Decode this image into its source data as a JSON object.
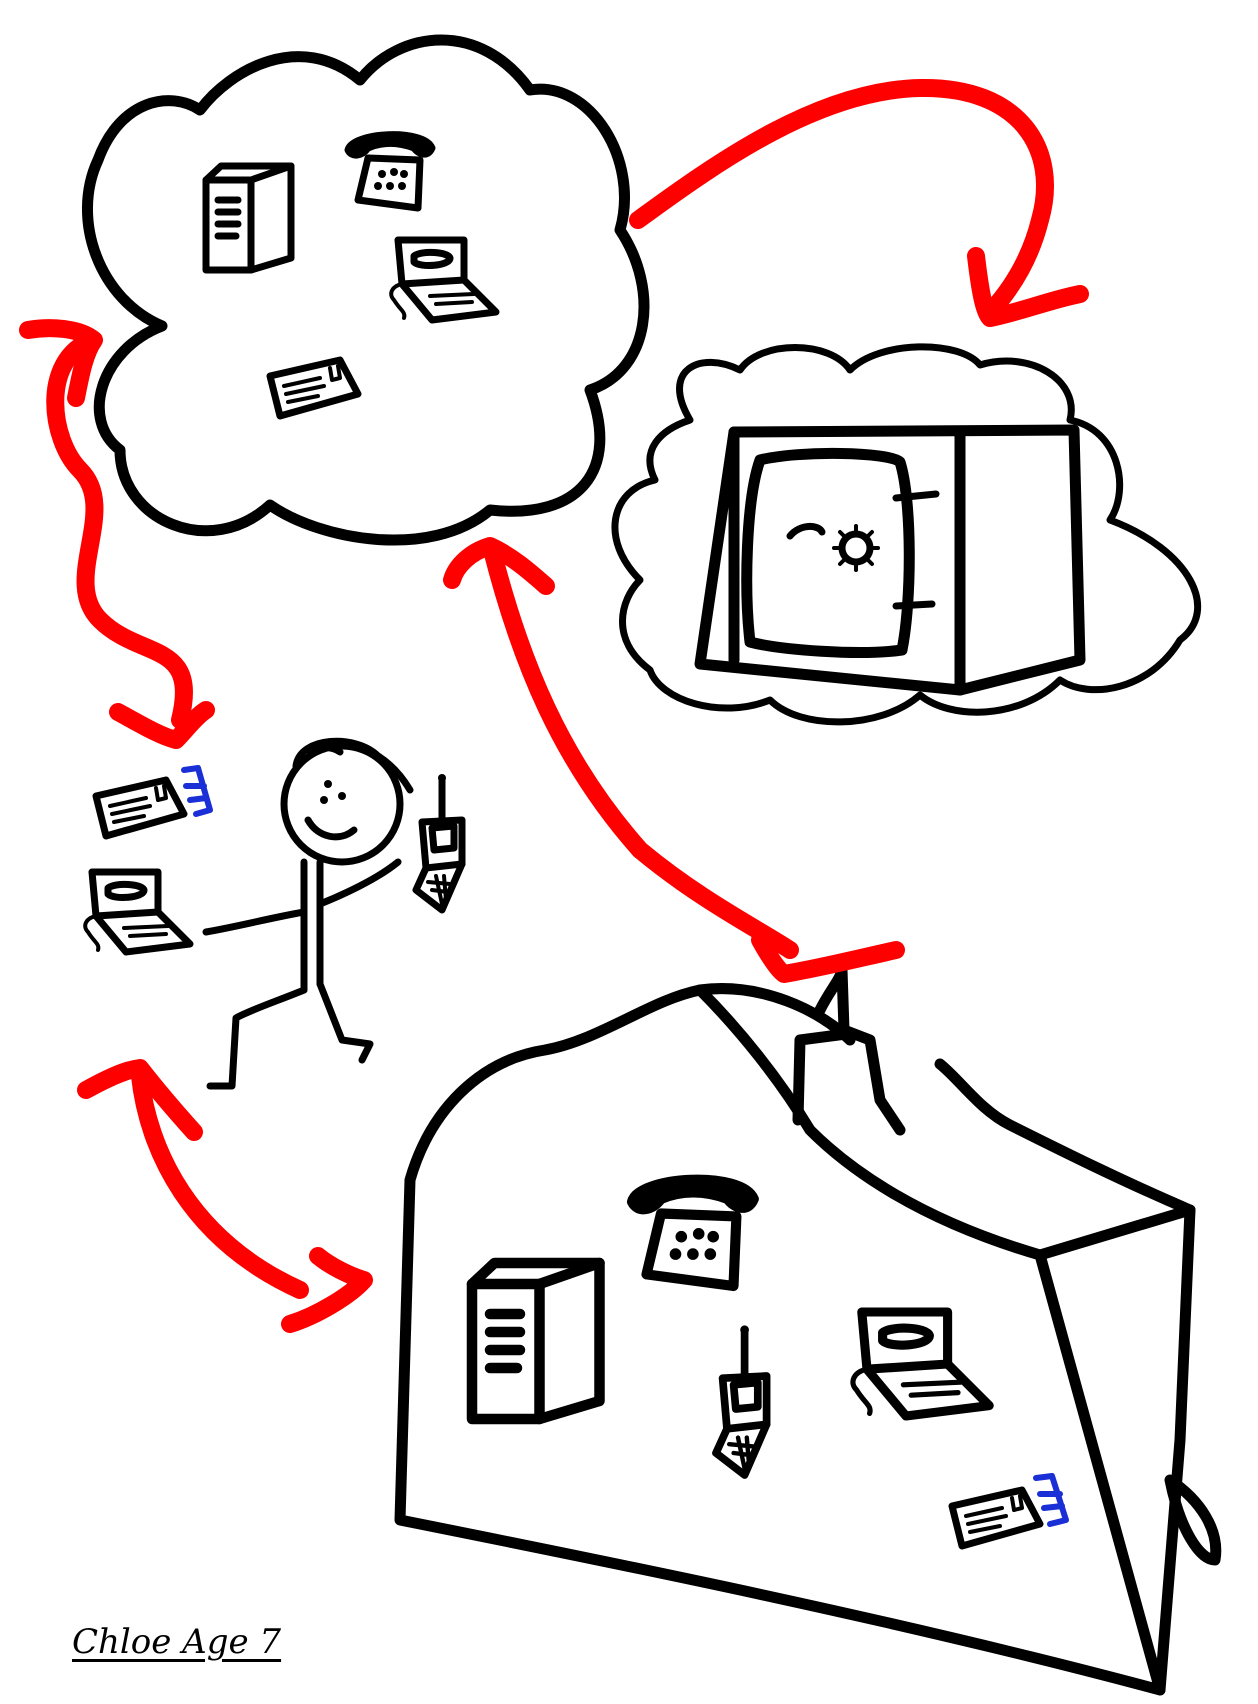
{
  "signature": "Chloe Age 7",
  "colors": {
    "ink": "#000000",
    "arrows": "#ff0000",
    "accent": "#1a2fd6",
    "background": "#ffffff"
  },
  "clouds": [
    {
      "id": "cloud-devices",
      "contains": [
        "server-icon",
        "telephone-icon",
        "laptop-icon",
        "email-icon"
      ]
    },
    {
      "id": "cloud-vault",
      "contains": [
        "safe-icon"
      ]
    }
  ],
  "house": {
    "contains": [
      "telephone-icon",
      "server-icon",
      "mobile-phone-icon",
      "laptop-icon",
      "email-icon"
    ]
  },
  "person": {
    "holding": [
      "email-icon",
      "laptop-icon",
      "mobile-phone-icon"
    ]
  },
  "arrows": [
    {
      "from": "cloud-devices",
      "to": "cloud-vault",
      "kind": "one-way"
    },
    {
      "from": "cloud-devices",
      "to": "person",
      "kind": "two-way"
    },
    {
      "from": "cloud-devices",
      "to": "house",
      "kind": "two-way"
    },
    {
      "from": "person",
      "to": "house",
      "kind": "two-way"
    }
  ]
}
